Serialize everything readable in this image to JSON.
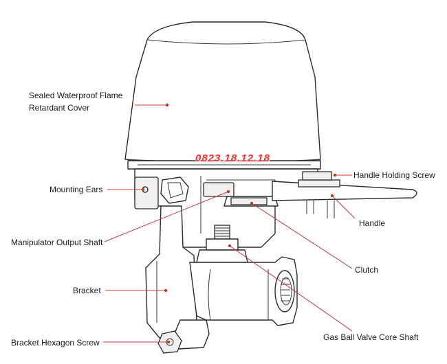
{
  "labels": {
    "cover_line1": "Sealed Waterproof Flame",
    "cover_line2": "Retardant Cover",
    "mounting_ears": "Mounting Ears",
    "manipulator_shaft": "Manipulator Output Shaft",
    "bracket": "Bracket",
    "bracket_hex_screw": "Bracket Hexagon Screw",
    "handle_holding_screw": "Handle Holding Screw",
    "handle": "Handle",
    "clutch": "Clutch",
    "core_shaft": "Gas Ball Valve Core Shaft"
  },
  "watermark": "0823.18.12.18",
  "colors": {
    "leader_line": "#c83a3a",
    "leader_dot": "#c0392b",
    "watermark": "#ff2a2a",
    "outline": "#2a2a2a"
  }
}
